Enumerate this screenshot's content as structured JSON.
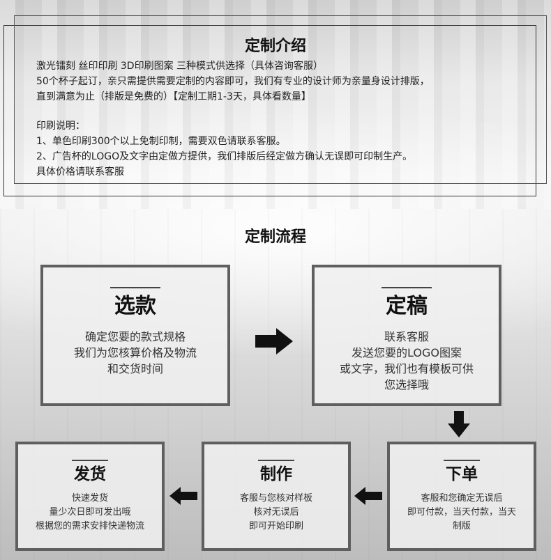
{
  "intro": {
    "title": "定制介绍",
    "line1": "激光镭刻  丝印印刷  3D印刷图案  三种模式供选择（具体咨询客服）",
    "line2": "50个杯子起订，亲只需提供需要定制的内容即可，我们有专业的设计师为亲量身设计排版，",
    "line3": "直到满意为止（排版是免费的）【定制工期1-3天，具体看数量】",
    "print_heading": "印刷说明：",
    "print_note1": "1、单色印刷300个以上免制印制，需要双色请联系客服。",
    "print_note2": "2、广告杯的LOGO及文字由定做方提供，我们排版后经定做方确认无误即可印制生产。",
    "price_note": "具体价格请联系客服"
  },
  "process": {
    "title": "定制流程",
    "steps": [
      {
        "title": "选款",
        "lines": [
          "确定您要的款式规格",
          "我们为您核算价格及物流",
          "和交货时间"
        ]
      },
      {
        "title": "定稿",
        "lines": [
          "联系客服",
          "发送您要的LOGO图案",
          "或文字，我们也有模板可供",
          "您选择哦"
        ]
      },
      {
        "title": "下单",
        "lines": [
          "客服和您确定无误后",
          "即可付款，当天付款，当天",
          "制版"
        ]
      },
      {
        "title": "制作",
        "lines": [
          "客服与您核对样板",
          "核对无误后",
          "即可开始印刷"
        ]
      },
      {
        "title": "发货",
        "lines": [
          "快速发货",
          "量少次日即可发出哦",
          "根据您的需求安排快递物流"
        ]
      }
    ]
  },
  "colors": {
    "box_border": "#5f5f5f",
    "arrow": "#111111"
  },
  "icons": [
    "arrow-right-icon",
    "arrow-down-icon",
    "arrow-left-icon",
    "arrow-left-icon"
  ]
}
